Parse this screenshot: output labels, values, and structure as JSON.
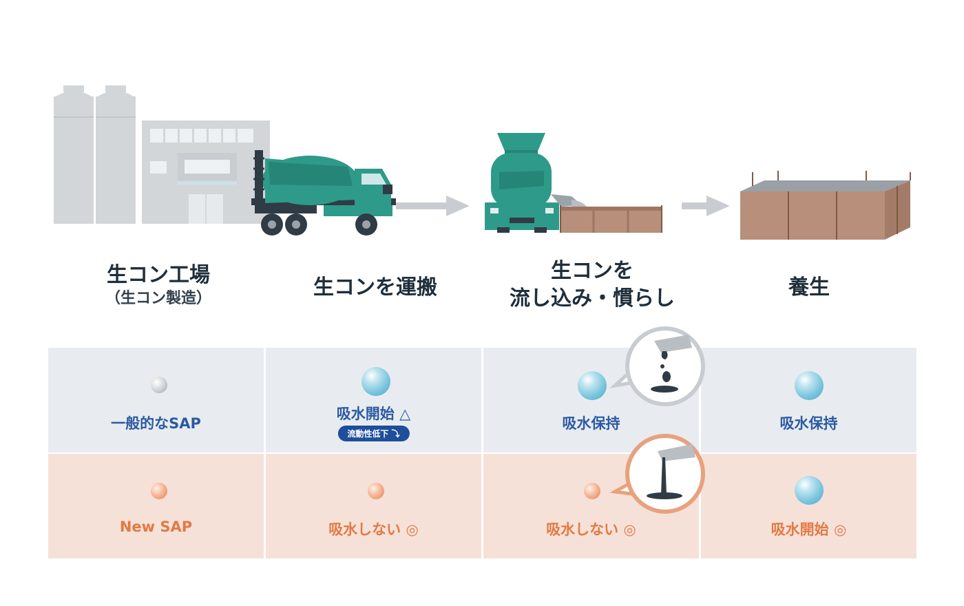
{
  "steps": [
    {
      "main": "生コン工場",
      "sub": "（生コン製造）"
    },
    {
      "main": "生コンを運搬",
      "sub": ""
    },
    {
      "main": "生コンを",
      "main2": "流し込み・慣らし"
    },
    {
      "main": "養生",
      "sub": ""
    }
  ],
  "rows": {
    "top": {
      "cells": [
        {
          "text": "一般的なSAP"
        },
        {
          "text": "吸水開始 △",
          "badge": "流動性低下 ⤵"
        },
        {
          "text": "吸水保持"
        },
        {
          "text": "吸水保持"
        }
      ]
    },
    "bottom": {
      "cells": [
        {
          "text": "New SAP"
        },
        {
          "text": "吸水しない ◎"
        },
        {
          "text": "吸水しない ◎"
        },
        {
          "text": "吸水開始 ◎"
        }
      ]
    }
  },
  "colors": {
    "teal": "#2e9a8a",
    "blue_text": "#2b5aa3",
    "orange_text": "#e27a43",
    "row_top_bg": "#e8ecf0",
    "row_bot_bg": "#f6e1d8",
    "badge_bg": "#1f4e9a"
  },
  "icons": {
    "factory": "factory-icon",
    "mixer_truck": "mixer-truck-icon",
    "mixer_pour": "mixer-pour-icon",
    "formwork": "formwork-icon",
    "arrow": "arrow-right-icon"
  }
}
